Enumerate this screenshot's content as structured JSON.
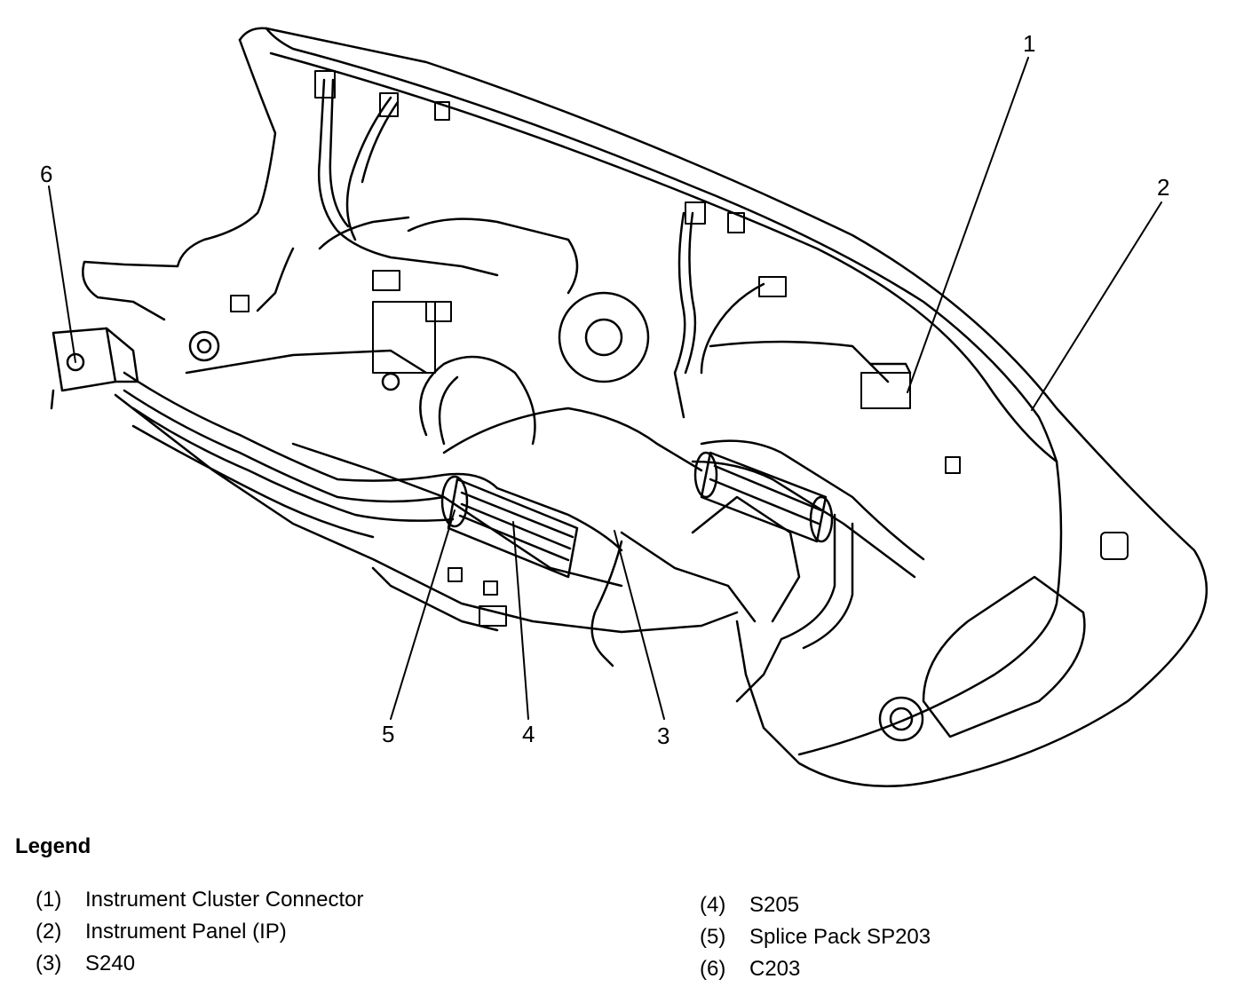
{
  "callouts": [
    {
      "number": "1"
    },
    {
      "number": "2"
    },
    {
      "number": "3"
    },
    {
      "number": "4"
    },
    {
      "number": "5"
    },
    {
      "number": "6"
    }
  ],
  "legend": {
    "title": "Legend",
    "items": [
      {
        "number": "(1)",
        "label": "Instrument Cluster Connector"
      },
      {
        "number": "(2)",
        "label": "Instrument Panel (IP)"
      },
      {
        "number": "(3)",
        "label": "S240"
      },
      {
        "number": "(4)",
        "label": "S205"
      },
      {
        "number": "(5)",
        "label": "Splice Pack SP203"
      },
      {
        "number": "(6)",
        "label": "C203"
      }
    ]
  }
}
